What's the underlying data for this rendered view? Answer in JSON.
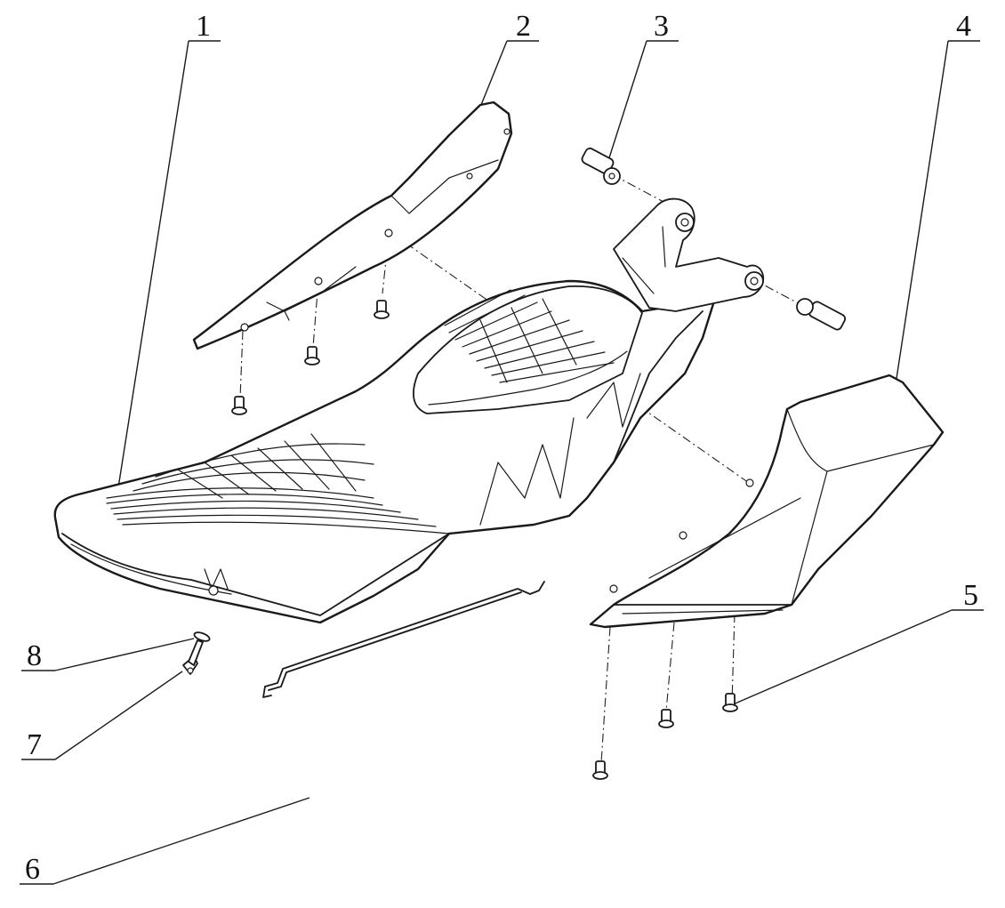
{
  "diagram": {
    "callouts": [
      {
        "id": "1",
        "label": "1"
      },
      {
        "id": "2",
        "label": "2"
      },
      {
        "id": "3",
        "label": "3"
      },
      {
        "id": "4",
        "label": "4"
      },
      {
        "id": "5",
        "label": "5"
      },
      {
        "id": "6",
        "label": "6"
      },
      {
        "id": "7",
        "label": "7"
      },
      {
        "id": "8",
        "label": "8"
      }
    ],
    "colors": {
      "ink": "#1a1a1a",
      "background": "#ffffff"
    }
  }
}
